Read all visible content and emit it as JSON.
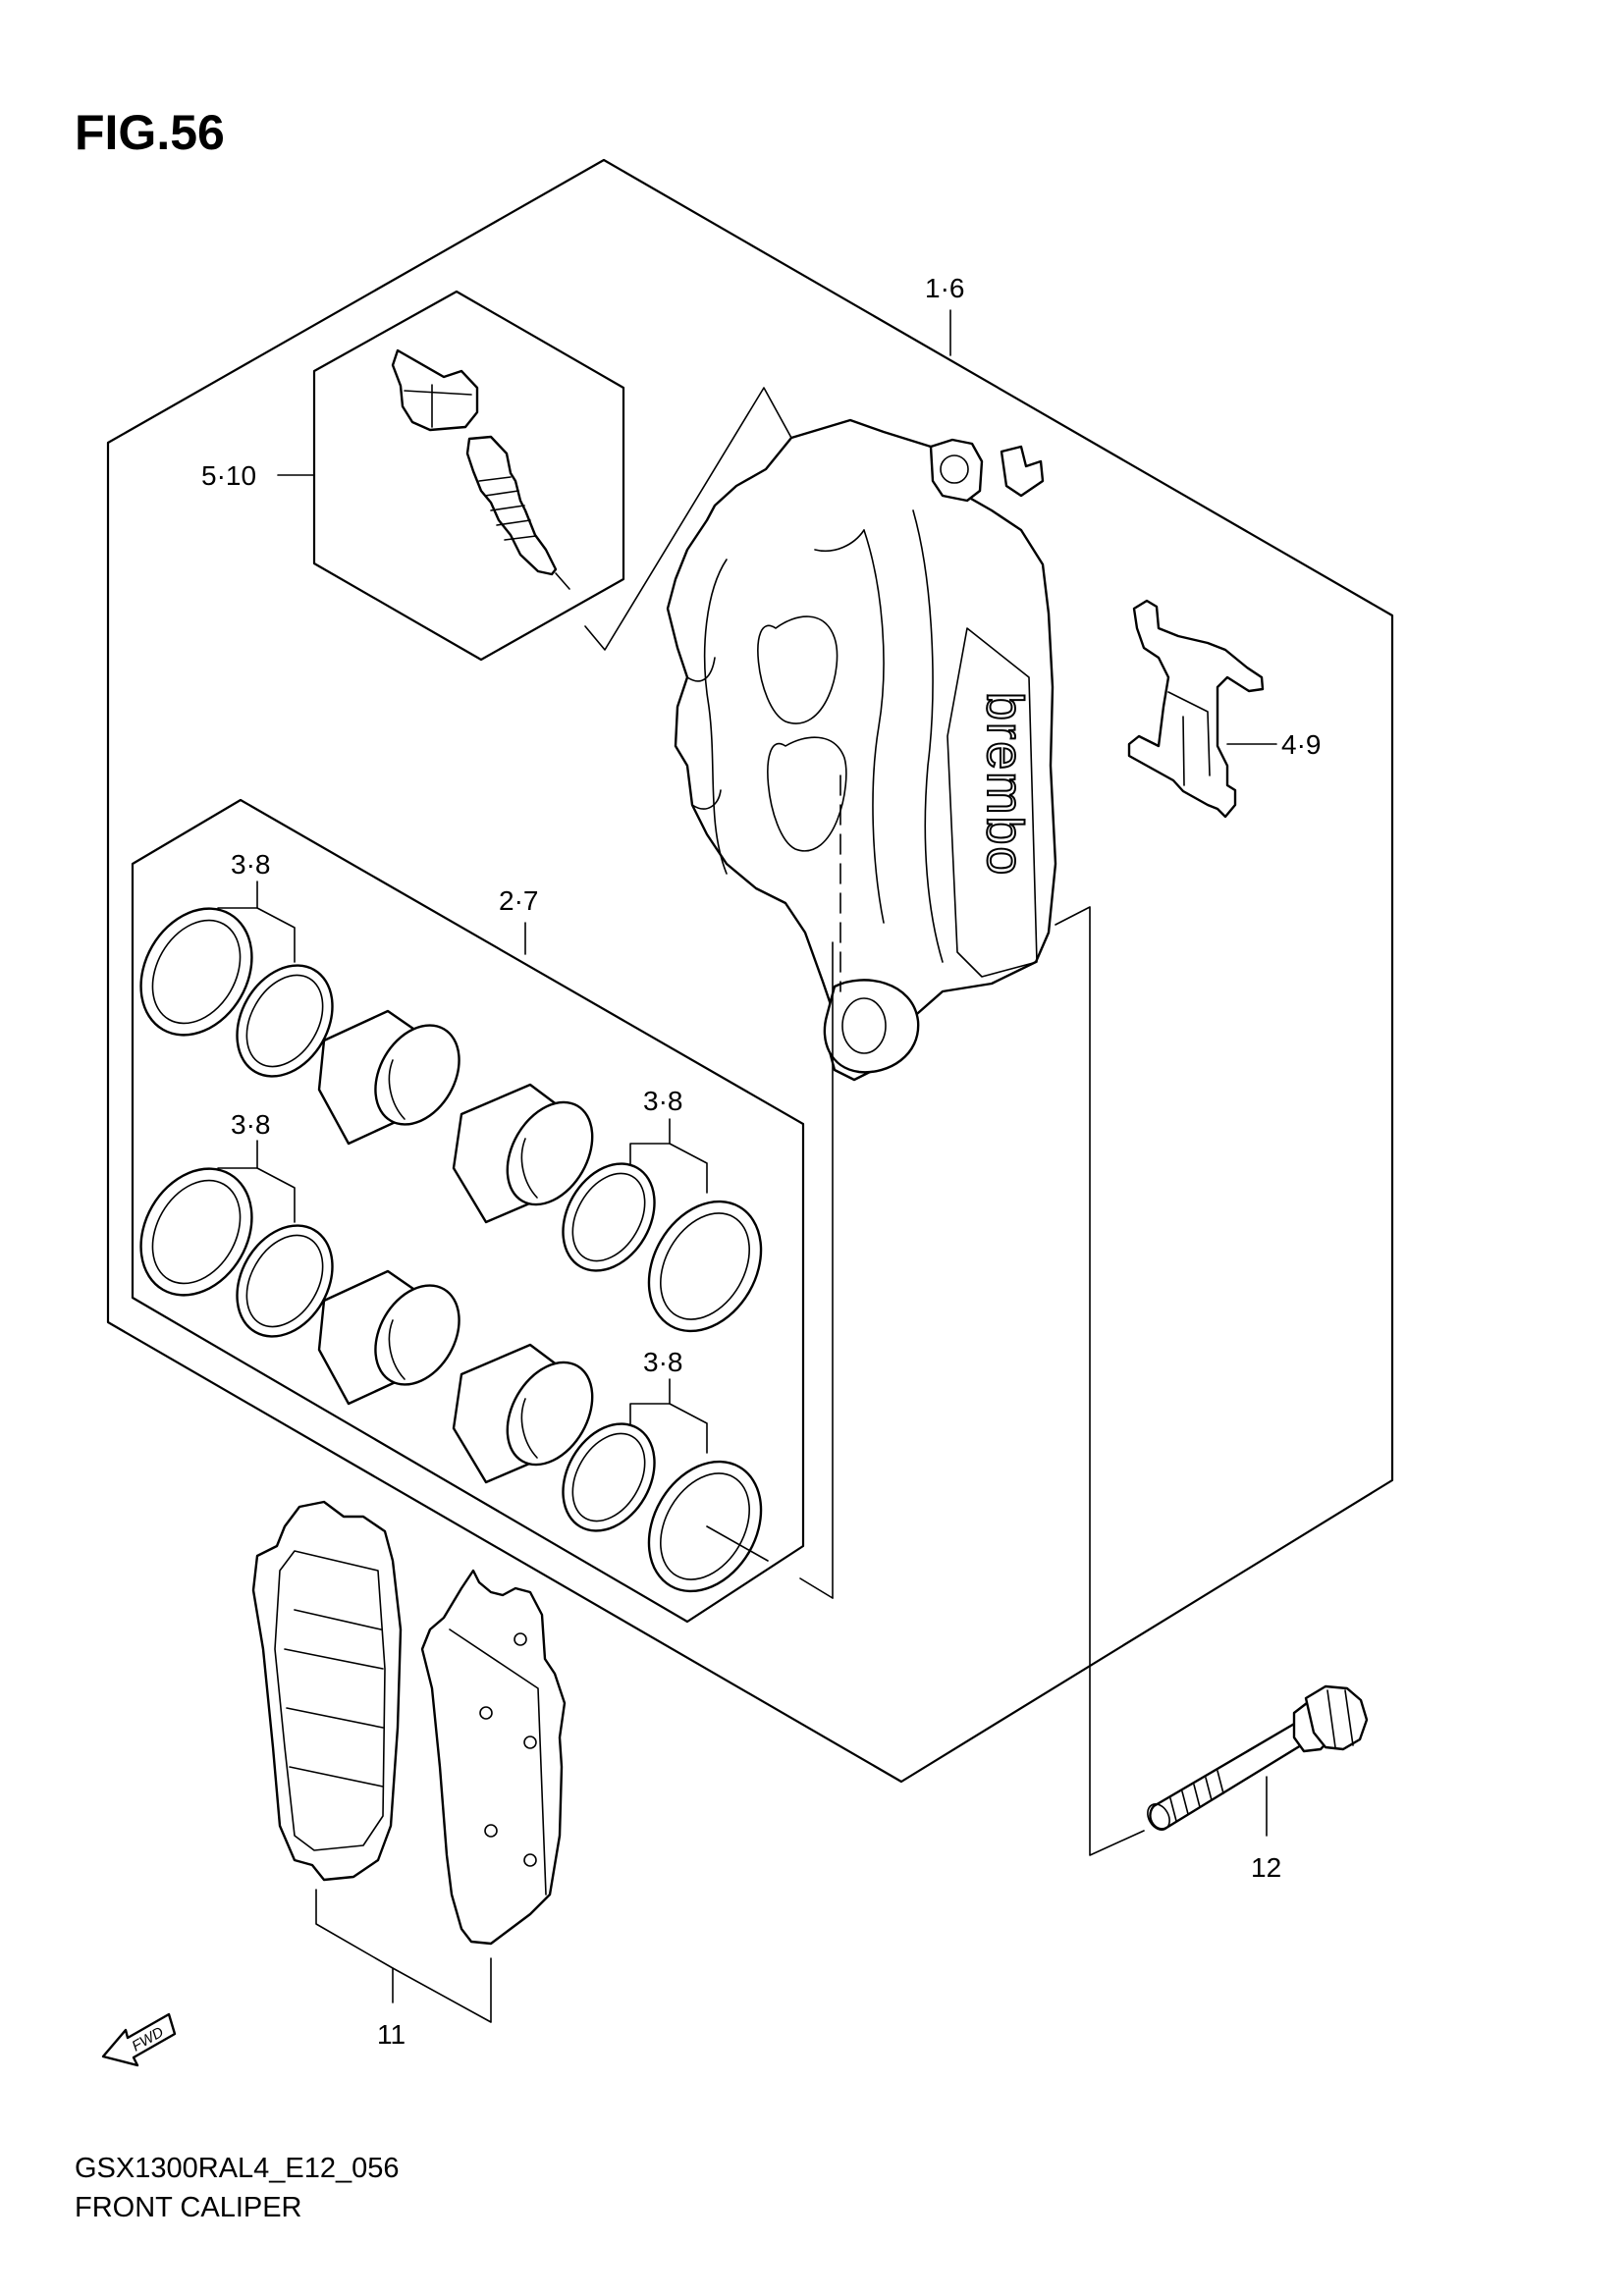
{
  "figure": {
    "title": "FIG.56",
    "model_code": "GSX1300RAL4_E12_056",
    "caption": "FRONT CALIPER"
  },
  "callouts": {
    "caliper_assy": "1·6",
    "bleeder_kit": "5·10",
    "pad_spring": "4·9",
    "piston_set": "2·7",
    "seal_upper_left": "3·8",
    "seal_lower_left": "3·8",
    "seal_upper_right": "3·8",
    "seal_lower_right": "3·8",
    "pad_set": "11",
    "mounting_bolt": "12"
  },
  "caliper": {
    "brand": "brembo"
  },
  "direction_marker": {
    "label": "FWD"
  }
}
